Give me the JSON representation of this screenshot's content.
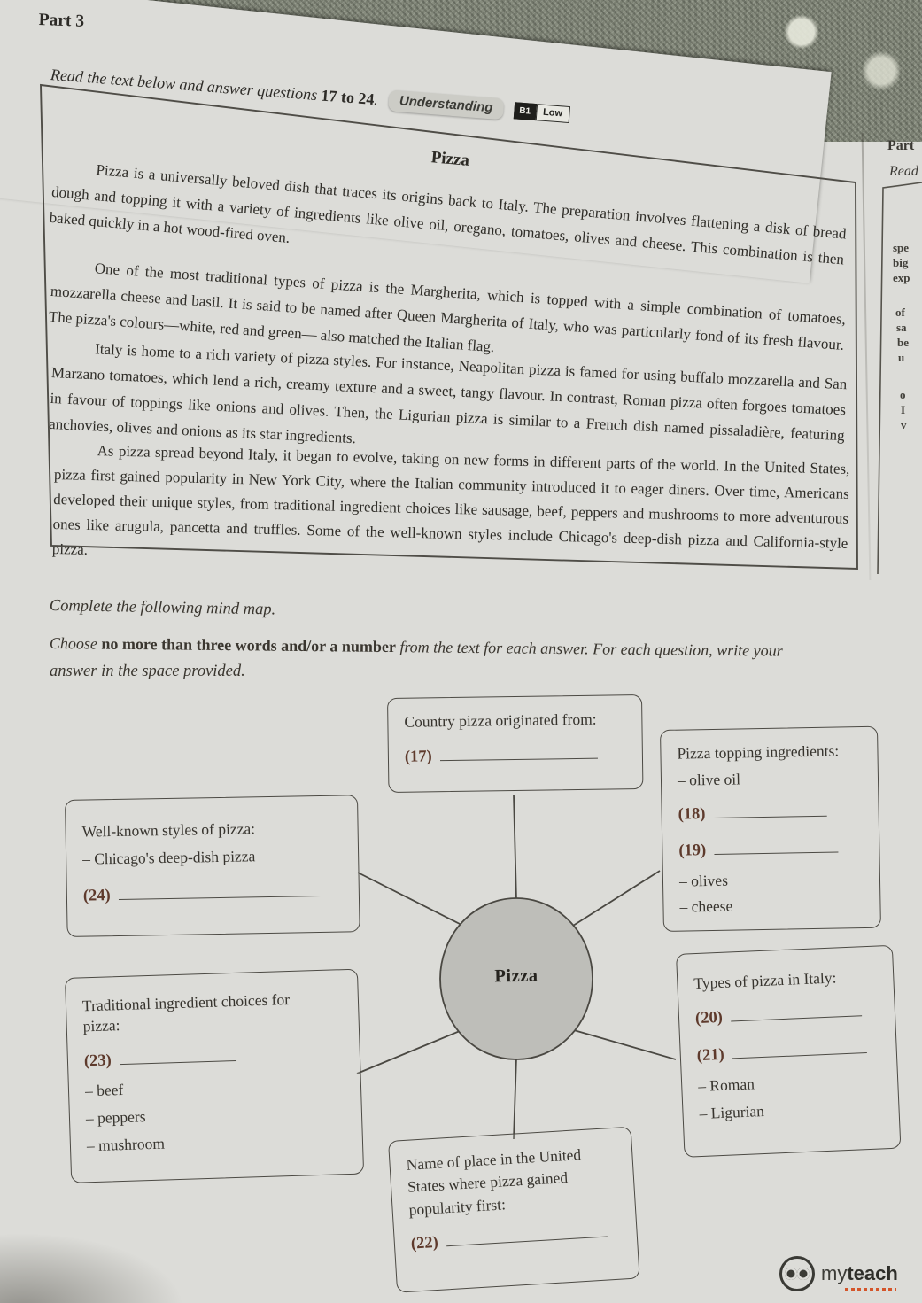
{
  "header": {
    "part_label": "Part 3",
    "read_instruction": {
      "prefix": "Read the text below and answer questions",
      "range": "17 to 24",
      "suffix": "."
    },
    "skill_badge": {
      "label": "Understanding",
      "level_code": "B1",
      "level": "Low"
    }
  },
  "passage": {
    "title": "Pizza",
    "paragraphs": [
      "Pizza is a universally beloved dish that traces its origins back to Italy. The preparation involves flattening a disk of bread dough and topping it with a variety of ingredients like olive oil, oregano, tomatoes, olives and cheese. This combination is then baked quickly in a hot wood-fired oven.",
      "One of the most traditional types of pizza is the Margherita, which is topped with a simple combination of tomatoes, mozzarella cheese and basil. It is said to be named after Queen Margherita of Italy, who was particularly fond of its fresh flavour. The pizza's colours—white, red and green— also matched the Italian flag.",
      "Italy is home to a rich variety of pizza styles. For instance, Neapolitan pizza is famed for using buffalo mozzarella and San Marzano tomatoes, which lend a rich, creamy texture and a sweet, tangy flavour. In contrast, Roman pizza often forgoes tomatoes in favour of toppings like onions and olives. Then, the Ligurian pizza is similar to a French dish named pissaladière, featuring anchovies, olives and onions as its star ingredients.",
      "As pizza spread beyond Italy, it began to evolve, taking on new forms in different parts of the world. In the United States, pizza first gained popularity in New York City, where the Italian community introduced it to eager diners. Over time, Americans developed their unique styles, from traditional ingredient choices like sausage, beef, peppers and mushrooms to more adventurous ones like arugula, pancetta and truffles. Some of the well-known styles include Chicago's deep-dish pizza and California-style pizza."
    ]
  },
  "neighbour_page": {
    "part": "Part",
    "read": "Read",
    "lines": [
      "spe",
      "big",
      "exp",
      "of",
      "sa",
      "be",
      "u",
      "o",
      "I",
      "v"
    ]
  },
  "task": {
    "line1": "Complete the following mind map.",
    "line2_prefix": "Choose ",
    "line2_bold": "no more than three words and/or a number",
    "line2_suffix": " from the text for each answer. For each question, write your",
    "line3": "answer in the space provided."
  },
  "mindmap": {
    "center": "Pizza",
    "country_box": {
      "title": "Country pizza originated from:",
      "q17": "(17)"
    },
    "topping_box": {
      "title": "Pizza topping ingredients:",
      "item1": "– olive oil",
      "q18": "(18)",
      "q19": "(19)",
      "item2": "– olives",
      "item3": "– cheese"
    },
    "styles_box": {
      "title": "Well-known styles of pizza:",
      "item1": "– Chicago's deep-dish pizza",
      "q24": "(24)"
    },
    "types_box": {
      "title": "Types of pizza in Italy:",
      "q20": "(20)",
      "q21": "(21)",
      "item1": "– Roman",
      "item2": "– Ligurian"
    },
    "traditional_box": {
      "title": "Traditional ingredient choices for pizza:",
      "q23": "(23)",
      "item1": "– beef",
      "item2": "– peppers",
      "item3": "– mushroom"
    },
    "place_box": {
      "title": "Name of place in the United States where pizza gained popularity first:",
      "q22": "(22)"
    }
  },
  "logo": {
    "my": "my",
    "teach": "teach"
  },
  "colors": {
    "page_bg": "#dcdcd8",
    "texture": "#868b7d",
    "ink": "#2f2d28",
    "number_accent": "#5e3a2c"
  }
}
